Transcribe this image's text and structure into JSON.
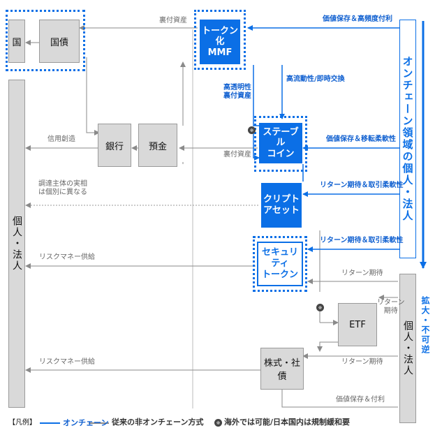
{
  "nodes": {
    "kuni": "国",
    "kokusai": "国債",
    "kojin_left": "個人・法人",
    "ginko": "銀行",
    "yokin": "預金",
    "token_mmf": "トークン化\nMMF",
    "stablecoin": "ステーブル\nコイン",
    "crypto": "クリプト\nアセット",
    "security_token": "セキュリティ\nトークン",
    "etf": "ETF",
    "kabushiki": "株式・社債",
    "onchain_entities": "オンチェーン領域の個人・法人",
    "kojin_right": "個人・法人",
    "expansion": "拡大・不可逆"
  },
  "labels": {
    "uratsuke1": "裏付資産",
    "uratsuke2": "裏付資産",
    "shinyo": "信用創造",
    "chotatsu": "調達主体の実相\nは個別に異なる",
    "risk_money1": "リスクマネー供給",
    "risk_money2": "リスクマネー供給",
    "return1": "リターン期待",
    "return2": "リターン\n期待",
    "return3": "リターン期待",
    "kachi_fuyo": "価値保存＆付利",
    "transparency": "高透明性\n裏付資産",
    "liquidity": "高流動性/即時交換",
    "blue1": "価値保存＆高頻度付利",
    "blue2": "価値保存＆移転柔軟性",
    "blue3": "リターン期待＆取引柔軟性",
    "blue4": "リターン期待＆取引柔軟性"
  },
  "legend": {
    "prefix": "【凡例】",
    "onchain": "オンチェーン",
    "offchain": "従来の非オンチェーン方式",
    "note_symbol": "※",
    "note": "海外では可能/日本国内は規制緩和要"
  },
  "colors": {
    "blue": "#0b6fe6",
    "gray_fill": "#d9d9d9",
    "gray_line": "#9a9a9a",
    "label_gray": "#666666"
  }
}
